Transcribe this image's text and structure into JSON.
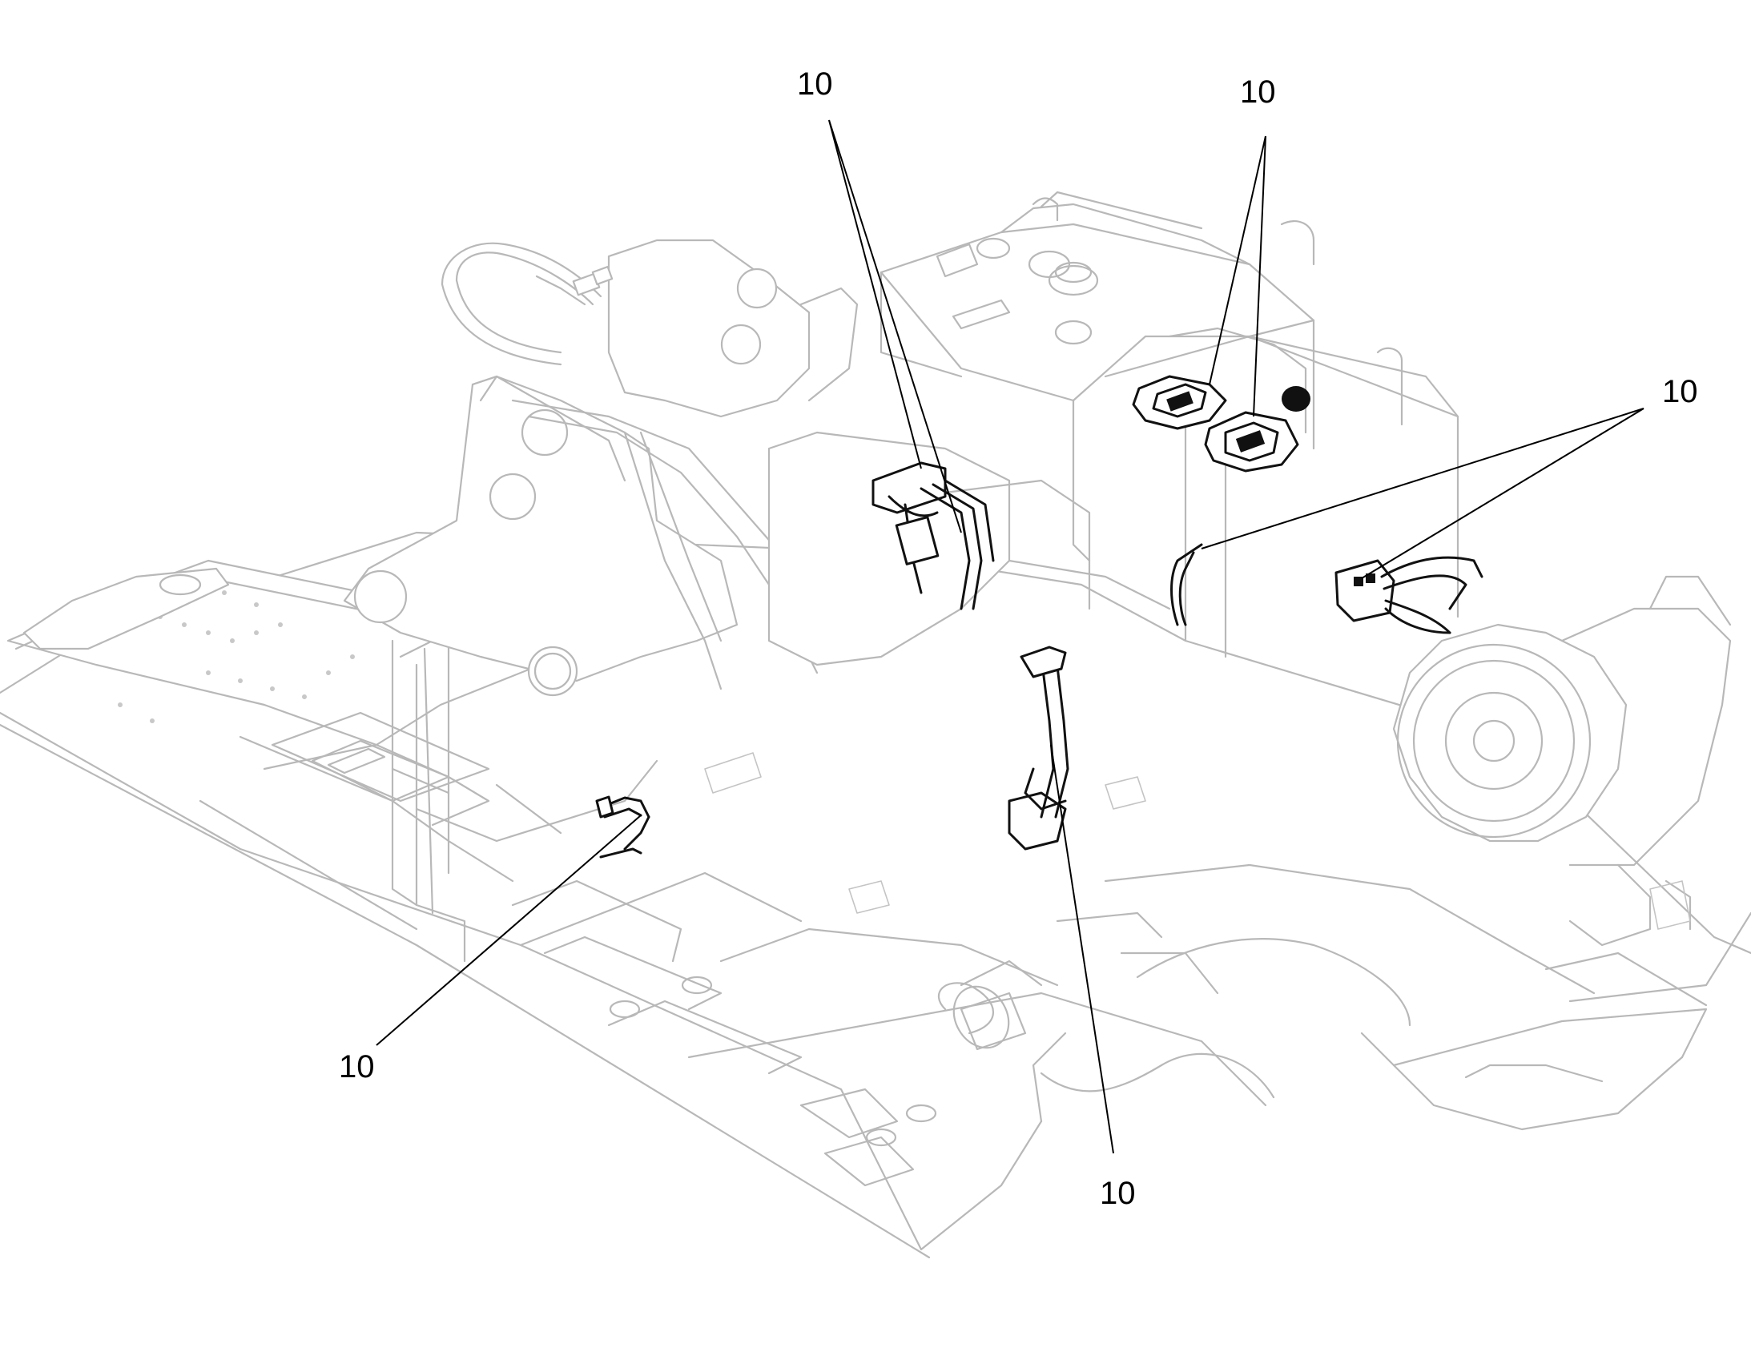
{
  "diagram": {
    "callouts": [
      {
        "id": "callout-top-center",
        "label": "10"
      },
      {
        "id": "callout-top-right",
        "label": "10"
      },
      {
        "id": "callout-right",
        "label": "10"
      },
      {
        "id": "callout-bottom-left",
        "label": "10"
      },
      {
        "id": "callout-bottom-center",
        "label": "10"
      }
    ]
  }
}
